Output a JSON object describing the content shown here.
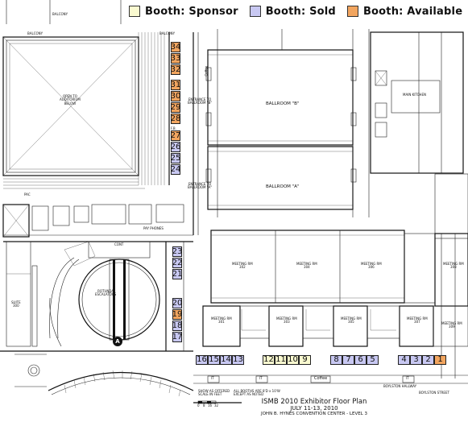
{
  "legend": {
    "items": [
      {
        "label": "Booth: Sponsor",
        "color": "#fafad0"
      },
      {
        "label": "Booth: Sold",
        "color": "#c8c8f2"
      },
      {
        "label": "Booth: Available",
        "color": "#f2a55f"
      }
    ]
  },
  "colors": {
    "sponsor": "#fafad0",
    "sold": "#c8c8f2",
    "available": "#f2a55f"
  },
  "booths": [
    {
      "number": "34",
      "status": "available"
    },
    {
      "number": "33",
      "status": "available"
    },
    {
      "number": "32",
      "status": "available"
    },
    {
      "number": "31",
      "status": "available"
    },
    {
      "number": "30",
      "status": "available"
    },
    {
      "number": "29",
      "status": "available"
    },
    {
      "number": "28",
      "status": "available"
    },
    {
      "number": "27",
      "status": "available"
    },
    {
      "number": "26",
      "status": "sold"
    },
    {
      "number": "25",
      "status": "sold"
    },
    {
      "number": "24",
      "status": "sold"
    },
    {
      "number": "23",
      "status": "sold"
    },
    {
      "number": "22",
      "status": "sold"
    },
    {
      "number": "21",
      "status": "sold"
    },
    {
      "number": "20",
      "status": "sold"
    },
    {
      "number": "19",
      "status": "available"
    },
    {
      "number": "18",
      "status": "sold"
    },
    {
      "number": "17",
      "status": "sold"
    },
    {
      "number": "16",
      "status": "sold"
    },
    {
      "number": "15",
      "status": "sold"
    },
    {
      "number": "14",
      "status": "sold"
    },
    {
      "number": "13",
      "status": "sold"
    },
    {
      "number": "12",
      "status": "sponsor"
    },
    {
      "number": "11",
      "status": "sponsor"
    },
    {
      "number": "10",
      "status": "sponsor"
    },
    {
      "number": "9",
      "status": "sponsor"
    },
    {
      "number": "8",
      "status": "sold"
    },
    {
      "number": "7",
      "status": "sold"
    },
    {
      "number": "6",
      "status": "sold"
    },
    {
      "number": "5",
      "status": "sold"
    },
    {
      "number": "4",
      "status": "sold"
    },
    {
      "number": "3",
      "status": "sold"
    },
    {
      "number": "2",
      "status": "sold"
    },
    {
      "number": "1",
      "status": "available"
    }
  ],
  "labels": {
    "balcony_top": "BALCONY",
    "balcony_left": "BALCONY",
    "balcony_right": "BALCONY",
    "open_to_auditorium": "OPEN TO\nAUDITORIUM\nBELOW",
    "ballroom_b": "BALLROOM \"B\"",
    "ballroom_a": "BALLROOM \"A\"",
    "entrance_b": "ENTRANCE TO\nBALLROOM \"B\"",
    "entrance_a": "ENTRANCE TO\nBALLROOM \"A\"",
    "coffee_top": "Coffee",
    "coffee_bottom": "Coffee",
    "pay_phones": "PAY PHONES",
    "main_kitchen": "MAIN KITCHEN",
    "cont": "CONT",
    "rotunda": "ROTUNDA\nESCALATORS",
    "suite": "SUITE\n300",
    "mr_302": "MEETING RM\n302",
    "mr_304": "MEETING RM\n304",
    "mr_306": "MEETING RM\n306",
    "mr_308": "MEETING RM\n308",
    "mr_301": "MEETING RM\n301",
    "mr_303": "MEETING RM\n303",
    "mr_305": "MEETING RM\n305",
    "mr_307": "MEETING RM\n307",
    "mr_309": "MEETING RM\n309",
    "it_left": "IT",
    "it_mid": "IT",
    "it_right": "IT",
    "scale_note": "SHOW AS OFFERED\nSCALE IN FEET",
    "booth_note": "ALL BOOTHS ARE 8'D x 10'W\nEXCEPT AS NOTED",
    "boylston_hallway": "BOYLSTON HALLWAY",
    "boylston_street": "BOYLSTON STREET",
    "marker_a": "A",
    "fb": "F.B.",
    "pac": "PAC"
  },
  "scale_ticks": [
    "0",
    "8",
    "16",
    "32"
  ],
  "title": {
    "name": "ISMB 2010 Exhibitor Floor Plan",
    "dates": "JULY 11-13, 2010",
    "venue": "JOHN B. HYNES CONVENTION CENTER - LEVEL 3"
  }
}
